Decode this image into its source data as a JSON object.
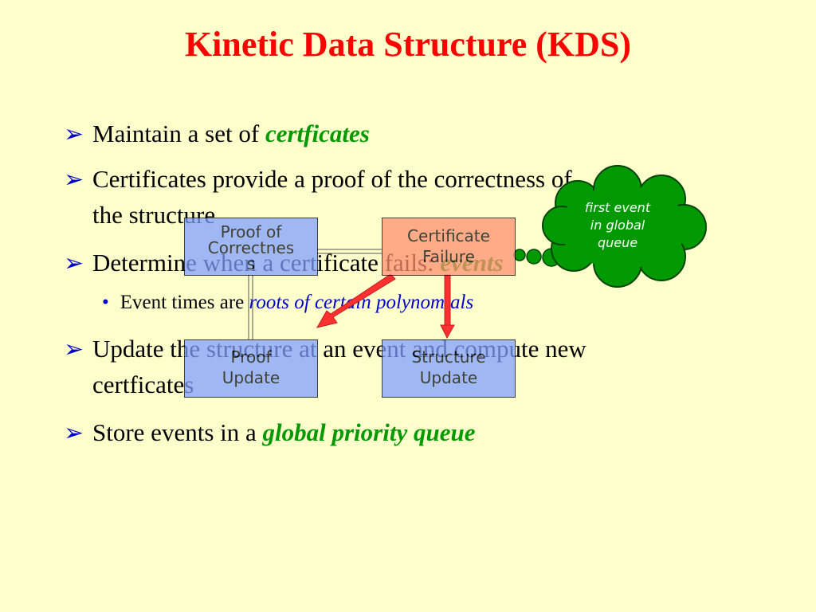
{
  "title": "Kinetic Data Structure (KDS)",
  "bullets": {
    "b1": {
      "text": "Maintain a set of ",
      "highlight": "certficates"
    },
    "b2": {
      "line1": "Certificates provide a proof of the correctness of",
      "line2": "the structure"
    },
    "b3": {
      "text": "Determine when a certificate fails: ",
      "highlight": "events"
    },
    "sub1": {
      "text": "Event times are ",
      "highlight": "roots of certain polynomials"
    },
    "b4": {
      "line1": "Update the structure at an event and compute new",
      "line2": "certficates"
    },
    "b5": {
      "text": "Store events in a ",
      "highlight": "global priority queue"
    }
  },
  "diagram": {
    "proof_of_correctness": {
      "line1": "Proof of",
      "line2": "Correctnes",
      "line3": "s"
    },
    "certificate_failure": {
      "line1": "Certificate",
      "line2": "Failure"
    },
    "proof_update": {
      "line1": "Proof",
      "line2": "Update"
    },
    "structure_update": {
      "line1": "Structure",
      "line2": "Update"
    },
    "cloud": {
      "line1": "first event",
      "line2": "in global",
      "line3": "queue"
    }
  },
  "colors": {
    "title": "#ff0000",
    "highlight_green": "#009900",
    "highlight_blue": "#0000cc",
    "box_blue": "#7f9fff",
    "box_red": "#ff8f70",
    "cloud": "#009900",
    "arrow": "#ff3030"
  }
}
